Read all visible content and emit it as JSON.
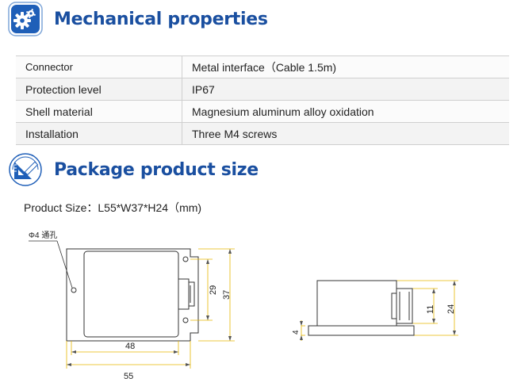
{
  "sections": {
    "mechanical": {
      "title": "Mechanical properties",
      "icon": "gears-icon"
    },
    "package": {
      "title": "Package product size",
      "icon": "ruler-triangle-icon"
    }
  },
  "properties": [
    {
      "key": "Connector",
      "value": "Metal interface（Cable 1.5m)"
    },
    {
      "key": "Protection level",
      "value": "IP67"
    },
    {
      "key": "Shell material",
      "value": "Magnesium aluminum alloy oxidation"
    },
    {
      "key": "Installation",
      "value": "Three M4 screws"
    }
  ],
  "product_size": "Product Size：L55*W37*H24（mm)",
  "drawing": {
    "hole_note": "Φ4 通孔",
    "dims": {
      "inner_width": "48",
      "outer_width": "55",
      "inner_height": "29",
      "outer_height": "37",
      "base_height": "4",
      "connector_height": "11",
      "total_height": "24"
    }
  },
  "colors": {
    "accent": "#1a4fa0",
    "dimension_line": "#e6b800",
    "outline": "#333333"
  }
}
